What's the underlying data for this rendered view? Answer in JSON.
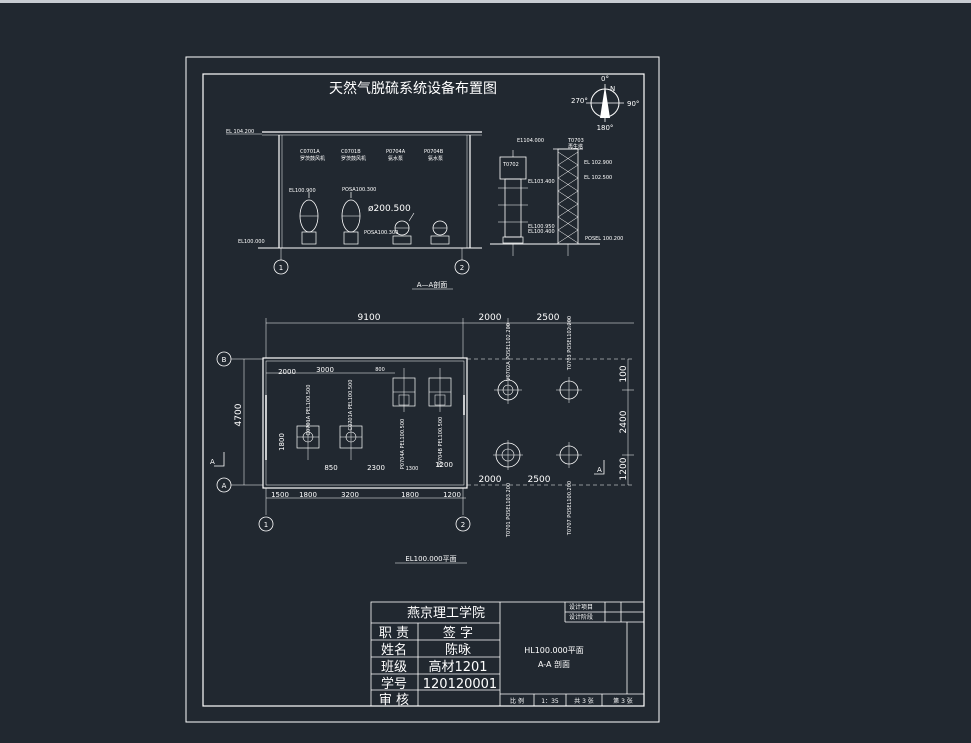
{
  "drawing": {
    "title": "天然气脱硫系统设备布置图",
    "compass": {
      "north": "0°",
      "east": "90°",
      "south": "180°",
      "west": "270°",
      "n_letter": "N"
    },
    "section": {
      "label": "A—A剖面",
      "el_top": "EL 104.200",
      "el_mid": "EL100.900",
      "el_base": "EL100.000",
      "pump_tags": [
        {
          "tag": "C0701A",
          "desc": "罗茨鼓风机"
        },
        {
          "tag": "C0701B",
          "desc": "罗茨鼓风机"
        },
        {
          "tag": "P0704A",
          "desc": "氨水泵"
        },
        {
          "tag": "P0704B",
          "desc": "氨水泵"
        }
      ],
      "pos_a": "POSA100.300",
      "phi": "ø200.500",
      "pos_b": "POSA100.300",
      "axis_1": "1",
      "axis_2": "2"
    },
    "tower": {
      "el_top": "E1104.000",
      "tag_top": "T0703",
      "tag_desc": "再生塔",
      "tag_box": "T0702",
      "el_r1": "EL 102.900",
      "el_r2": "EL 102.500",
      "el_l1": "EL103.400",
      "el_l2": "EL100.950",
      "el_l3": "EL100.400",
      "pos_base": "POSEL 100.200"
    },
    "plan": {
      "label": "EL100.000平面",
      "dims_top": [
        "9100",
        "2000",
        "2500"
      ],
      "dims_inner_top": [
        "2000",
        "3000",
        "800"
      ],
      "dim_left": "4700",
      "dim_right": [
        "100",
        "2400",
        "1200"
      ],
      "dims_inner_bot": [
        "850",
        "2300",
        "1300",
        "1200"
      ],
      "dim_h": "1800",
      "dims_bottom": [
        "1500",
        "1800",
        "3200",
        "1800",
        "1200"
      ],
      "dims_lower_right": [
        "2000",
        "2500"
      ],
      "axis_b": "B",
      "axis_a": "A",
      "axis_1": "1",
      "axis_2": "2",
      "section_mark": "A",
      "vert_labels": [
        "C0701A\nPEL100.500",
        "C0701A\nPEL100.500",
        "P0704A\nPEL100.500",
        "P0704B\nPEL100.500"
      ],
      "tower_labels_top": [
        "V0702A\nPOSEL102.200",
        "T0703\nPOSEL102.200"
      ],
      "tower_labels_bot": [
        "T0701\nPOSEL103.200",
        "T0707\nPOSEL100.200"
      ]
    }
  },
  "title_block": {
    "school": "燕京理工学院",
    "r1_left": "职 责",
    "r1_right": "签 字",
    "r2_left": "姓名",
    "r2_right": "陈咏",
    "r3_left": "班级",
    "r3_right": "高材1201",
    "r4_left": "学号",
    "r4_right": "120120001",
    "r5_left": "审 核",
    "design_item": "设计项目",
    "design_stage": "设计阶段",
    "center_line1": "HL100.000平面",
    "center_line2": "A-A 剖面",
    "scale_label": "比 例",
    "scale_value": "1：35",
    "sheets_total": "共 3 张",
    "sheet_no": "第 3 张"
  },
  "colors": {
    "background": "#212830",
    "lines": "#ffffff"
  }
}
